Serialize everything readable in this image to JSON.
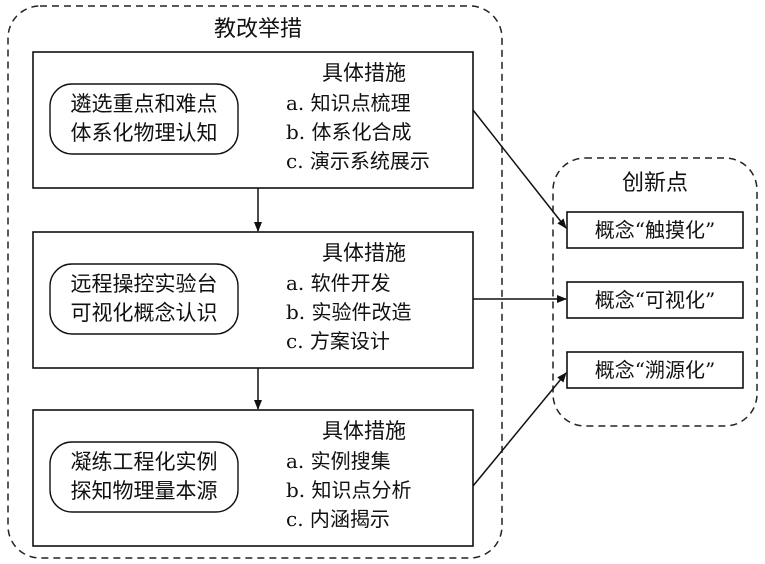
{
  "reform_group": {
    "title": "教改举措",
    "modules": [
      {
        "focus_lines": [
          "遴选重点和难点",
          "体系化物理认知"
        ],
        "measures_title": "具体措施",
        "measures": [
          "a. 知识点梳理",
          "b. 体系化合成",
          "c. 演示系统展示"
        ]
      },
      {
        "focus_lines": [
          "远程操控实验台",
          "可视化概念认识"
        ],
        "measures_title": "具体措施",
        "measures": [
          "a. 软件开发",
          "b. 实验件改造",
          "c. 方案设计"
        ]
      },
      {
        "focus_lines": [
          "凝练工程化实例",
          "探知物理量本源"
        ],
        "measures_title": "具体措施",
        "measures": [
          "a. 实例搜集",
          "b. 知识点分析",
          "c. 内涵揭示"
        ]
      }
    ]
  },
  "innovation_group": {
    "title": "创新点",
    "items": [
      "概念“触摸化”",
      "概念“可视化”",
      "概念“溯源化”"
    ]
  }
}
